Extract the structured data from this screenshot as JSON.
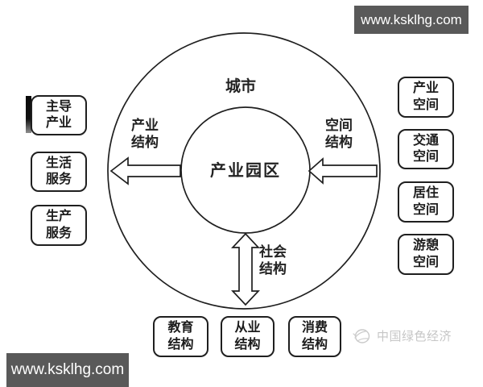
{
  "badges": {
    "top_right": "www.ksklhg.com",
    "bottom_left": "www.ksklhg.com"
  },
  "diagram": {
    "outer_circle_label": "城市",
    "center_label": "产业园区",
    "relation_labels": {
      "left": "产业\n结构",
      "right": "空间\n结构",
      "bottom": "社会\n结构"
    },
    "left_boxes": [
      {
        "label": "主导\n产业"
      },
      {
        "label": "生活\n服务"
      },
      {
        "label": "生产\n服务"
      }
    ],
    "right_boxes": [
      {
        "label": "产业\n空间"
      },
      {
        "label": "交通\n空间"
      },
      {
        "label": "居住\n空间"
      },
      {
        "label": "游憩\n空间"
      }
    ],
    "bottom_boxes": [
      {
        "label": "教育\n结构"
      },
      {
        "label": "从业\n结构"
      },
      {
        "label": "消费\n结构"
      }
    ],
    "arrows": [
      {
        "name": "left-arrow",
        "direction": "left",
        "label": "产业结构"
      },
      {
        "name": "right-arrow",
        "direction": "left",
        "label": "空间结构"
      },
      {
        "name": "vertical-double-arrow",
        "direction": "both",
        "label": "社会结构"
      }
    ]
  },
  "watermark": {
    "logo_icon": "sketch-globe-icon",
    "text": "中国绿色经济"
  },
  "colors": {
    "badge_bg": "#595959",
    "badge_text": "#ffffff",
    "line": "#1f1f1f",
    "watermark_text": "#c6c6c6",
    "background": "#ffffff"
  }
}
